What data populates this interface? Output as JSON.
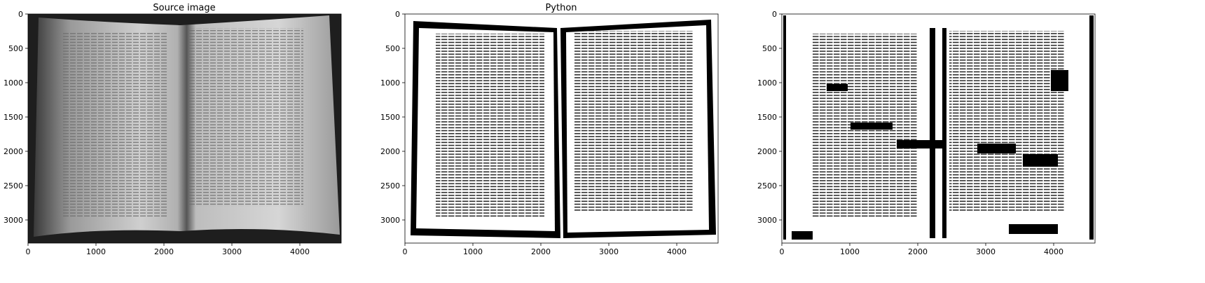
{
  "figure": {
    "panels": [
      {
        "title": "Source image",
        "xticks": [
          "0",
          "1000",
          "2000",
          "3000",
          "4000"
        ],
        "yticks": [
          "0",
          "500",
          "1000",
          "1500",
          "2000",
          "2500",
          "3000"
        ],
        "image_kind": "grayscale-photo"
      },
      {
        "title": "Python",
        "xticks": [
          "0",
          "1000",
          "2000",
          "3000",
          "4000"
        ],
        "yticks": [
          "0",
          "500",
          "1000",
          "1500",
          "2000",
          "2500",
          "3000"
        ],
        "image_kind": "binarized-clean"
      },
      {
        "title": "",
        "xticks": [
          "0",
          "1000",
          "2000",
          "3000",
          "4000"
        ],
        "yticks": [
          "0",
          "500",
          "1000",
          "1500",
          "2000",
          "2500",
          "3000"
        ],
        "image_kind": "binarized-noisy"
      }
    ]
  },
  "chart_data": [
    {
      "type": "image",
      "title": "Source image",
      "xlim": [
        0,
        4600
      ],
      "ylim": [
        3400,
        0
      ],
      "xticks": [
        0,
        1000,
        2000,
        3000,
        4000
      ],
      "yticks": [
        0,
        500,
        1000,
        1500,
        2000,
        2500,
        3000
      ]
    },
    {
      "type": "image",
      "title": "Python",
      "xlim": [
        0,
        4600
      ],
      "ylim": [
        3400,
        0
      ],
      "xticks": [
        0,
        1000,
        2000,
        3000,
        4000
      ],
      "yticks": [
        0,
        500,
        1000,
        1500,
        2000,
        2500,
        3000
      ]
    },
    {
      "type": "image",
      "title": "",
      "xlim": [
        0,
        4600
      ],
      "ylim": [
        3400,
        0
      ],
      "xticks": [
        0,
        1000,
        2000,
        3000,
        4000
      ],
      "yticks": [
        0,
        500,
        1000,
        1500,
        2000,
        2500,
        3000
      ]
    }
  ]
}
